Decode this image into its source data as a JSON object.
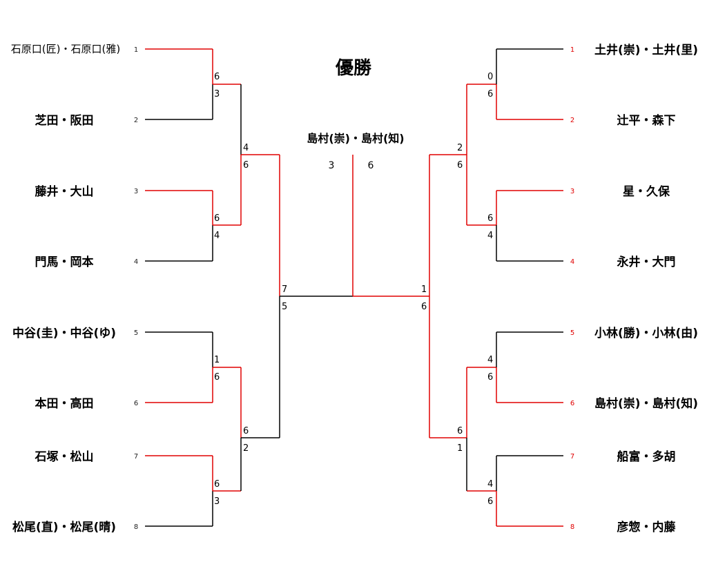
{
  "title": "優勝",
  "colors": {
    "win": "#e00000",
    "lose": "#000000"
  },
  "champion": {
    "name": "島村(崇)・島村(知)",
    "score_left": "3",
    "score_right": "6"
  },
  "left": {
    "players": [
      {
        "seed": "1",
        "name": "石原口(匠)・石原口(雅)"
      },
      {
        "seed": "2",
        "name": "芝田・阪田"
      },
      {
        "seed": "3",
        "name": "藤井・大山"
      },
      {
        "seed": "4",
        "name": "門馬・岡本"
      },
      {
        "seed": "5",
        "name": "中谷(圭)・中谷(ゆ)"
      },
      {
        "seed": "6",
        "name": "本田・高田"
      },
      {
        "seed": "7",
        "name": "石塚・松山"
      },
      {
        "seed": "8",
        "name": "松尾(直)・松尾(晴)"
      }
    ],
    "r1": [
      {
        "top": "6",
        "bottom": "3"
      },
      {
        "top": "6",
        "bottom": "4"
      },
      {
        "top": "1",
        "bottom": "6"
      },
      {
        "top": "6",
        "bottom": "3"
      }
    ],
    "r2": [
      {
        "top": "4",
        "bottom": "6"
      },
      {
        "top": "6",
        "bottom": "2"
      }
    ],
    "semi": {
      "top": "7",
      "bottom": "5"
    }
  },
  "right": {
    "players": [
      {
        "seed": "1",
        "name": "土井(崇)・土井(里)"
      },
      {
        "seed": "2",
        "name": "辻平・森下"
      },
      {
        "seed": "3",
        "name": "星・久保"
      },
      {
        "seed": "4",
        "name": "永井・大門"
      },
      {
        "seed": "5",
        "name": "小林(勝)・小林(由)"
      },
      {
        "seed": "6",
        "name": "島村(崇)・島村(知)"
      },
      {
        "seed": "7",
        "name": "船富・多胡"
      },
      {
        "seed": "8",
        "name": "彦惣・内藤"
      }
    ],
    "r1": [
      {
        "top": "0",
        "bottom": "6"
      },
      {
        "top": "6",
        "bottom": "4"
      },
      {
        "top": "4",
        "bottom": "6"
      },
      {
        "top": "4",
        "bottom": "6"
      }
    ],
    "r2": [
      {
        "top": "2",
        "bottom": "6"
      },
      {
        "top": "6",
        "bottom": "1"
      }
    ],
    "semi": {
      "top": "1",
      "bottom": "6"
    }
  }
}
